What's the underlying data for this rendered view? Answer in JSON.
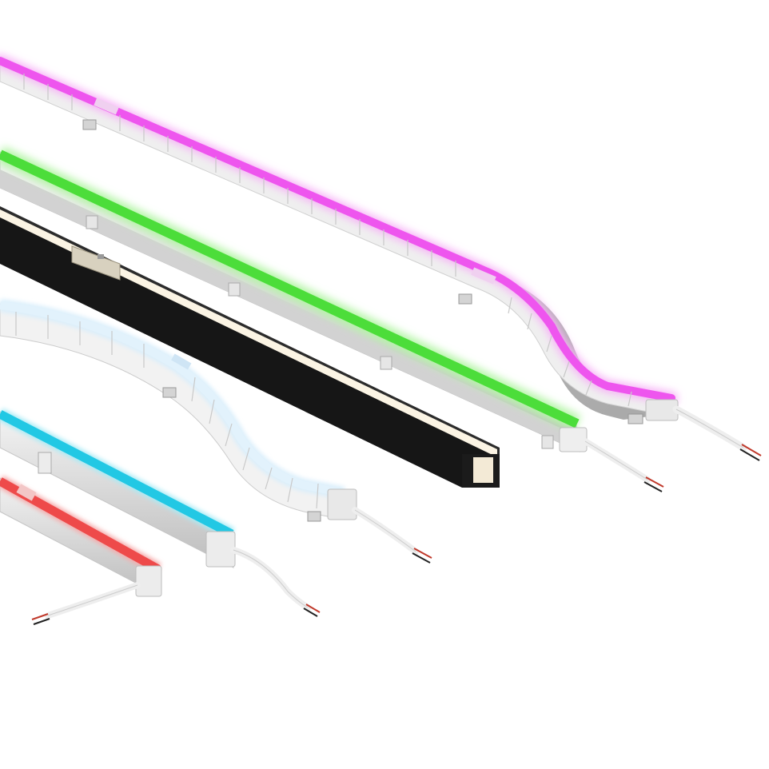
{
  "scene": {
    "subject": "led-neon-flex-strip-profiles",
    "background": "#ffffff"
  },
  "colors": {
    "magenta": "#ee55ee",
    "magenta_glow": "#f7b3f7",
    "green": "#4cdd3a",
    "green_glow": "#b6f5a8",
    "warm_white": "#fbf4e4",
    "ice_blue": "#d9eefb",
    "cyan": "#22c8e4",
    "red": "#ee4a4a",
    "housing_white": "#ececec",
    "housing_shade": "#c9c9c9",
    "housing_black": "#161616",
    "wire_red": "#c0392b",
    "wire_black": "#222222"
  },
  "strips": [
    {
      "id": "magenta-flexible",
      "color": "magenta",
      "shape": "flexible-bent"
    },
    {
      "id": "green-rigid",
      "color": "green",
      "shape": "straight-profile"
    },
    {
      "id": "warm-white-black-profile",
      "color": "warm_white",
      "shape": "straight-profile"
    },
    {
      "id": "ice-blue-flexible",
      "color": "ice_blue",
      "shape": "flexible-curved"
    },
    {
      "id": "cyan-rigid",
      "color": "cyan",
      "shape": "straight-profile"
    },
    {
      "id": "red-rigid",
      "color": "red",
      "shape": "straight-profile"
    }
  ]
}
